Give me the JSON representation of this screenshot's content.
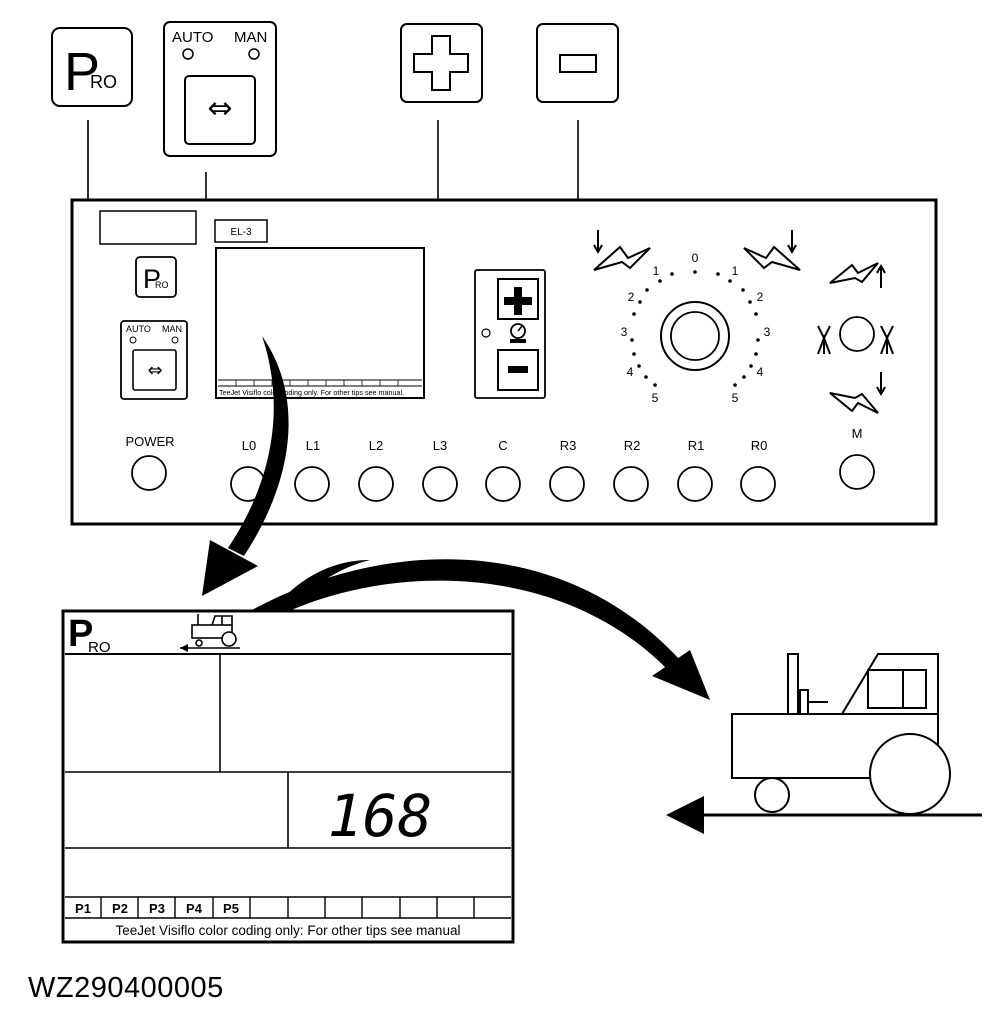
{
  "callouts": {
    "pro_key": {
      "big": "P",
      "small": "RO"
    },
    "auto_label": "AUTO",
    "man_label": "MAN",
    "arrows_glyph": "⇔"
  },
  "console": {
    "model_tag": "EL-3",
    "mini_display_footer": "TeeJet Visiflo color coding only. For other tips see manual.",
    "pro_key": {
      "big": "P",
      "small": "RO"
    },
    "auto_label": "AUTO",
    "man_label": "MAN",
    "power_label": "POWER",
    "section_labels": [
      "L0",
      "L1",
      "L2",
      "L3",
      "C",
      "R3",
      "R2",
      "R1",
      "R0"
    ],
    "m_label": "M",
    "dial_ticks_top": "0",
    "dial_ticks": [
      "1",
      "2",
      "3",
      "4",
      "5"
    ]
  },
  "display": {
    "pro_big": "P",
    "pro_small": "RO",
    "value": "168",
    "preset_buttons": [
      "P1",
      "P2",
      "P3",
      "P4",
      "P5"
    ],
    "footer": "TeeJet Visiflo color coding only: For other tips see manual"
  },
  "figure_id": "WZ290400005",
  "icons": {
    "plus": "plus-icon",
    "minus": "minus-icon",
    "tractor": "tractor-icon",
    "direction_arrow": "left-arrow-icon",
    "boom_arrows": "boom-arrow-icon"
  }
}
